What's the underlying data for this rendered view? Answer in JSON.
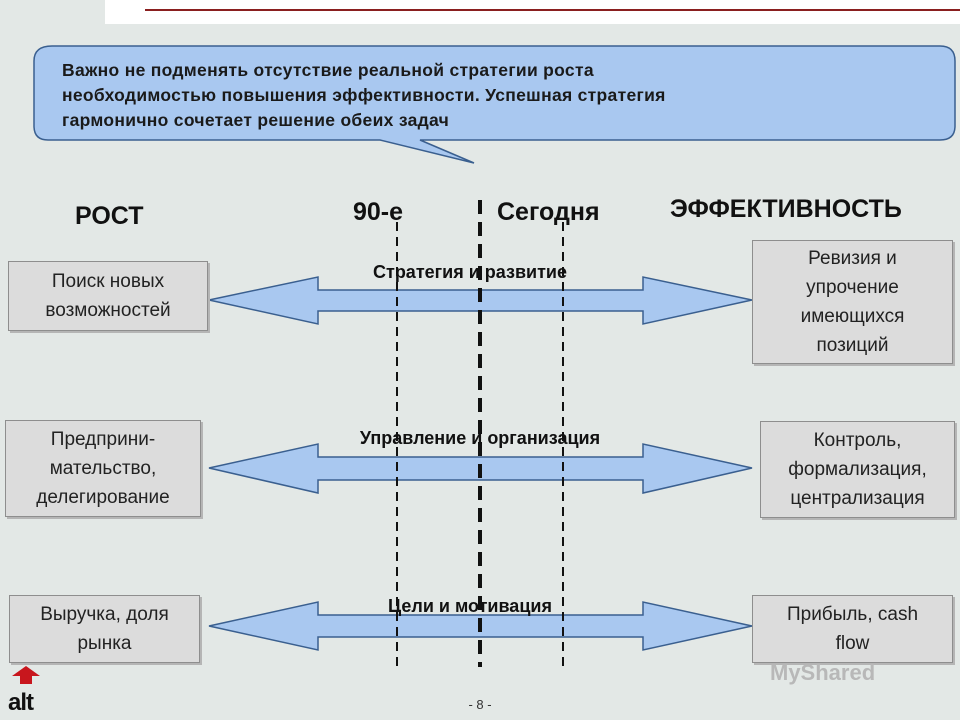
{
  "callout": {
    "lines": [
      "Важно не подменять отсутствие реальной стратегии роста",
      "необходимостью повышения эффективности. Успешная стратегия",
      "гармонично сочетает решение обеих задач"
    ]
  },
  "headers": {
    "left": "РОСТ",
    "mid_left": "90-е",
    "mid_right": "Сегодня",
    "right": "ЭФФЕКТИВНОСТЬ"
  },
  "rows": [
    {
      "label": "Стратегия и развитие",
      "left_lines": [
        "Поиск новых",
        "возможностей"
      ],
      "right_lines": [
        "Ревизия и",
        "упрочение",
        "имеющихся",
        "позиций"
      ]
    },
    {
      "label": "Управление и организация",
      "left_lines": [
        "Предприни-",
        "мательство,",
        "делегирование"
      ],
      "right_lines": [
        "Контроль,",
        "формализация,",
        "централизация"
      ]
    },
    {
      "label": "Цели и мотивация",
      "left_lines": [
        "Выручка, доля",
        "рынка"
      ],
      "right_lines": [
        "Прибыль, cash",
        "flow"
      ]
    }
  ],
  "footer": {
    "page": "- 8 -",
    "logo_text": "alt",
    "watermark": "MyShared"
  },
  "colors": {
    "arrow_fill": "#a9c8f0",
    "arrow_stroke": "#3a5f8f",
    "callout_fill": "#a9c8f0",
    "box_fill": "#dcdcdc",
    "logo_red": "#c8161d"
  }
}
